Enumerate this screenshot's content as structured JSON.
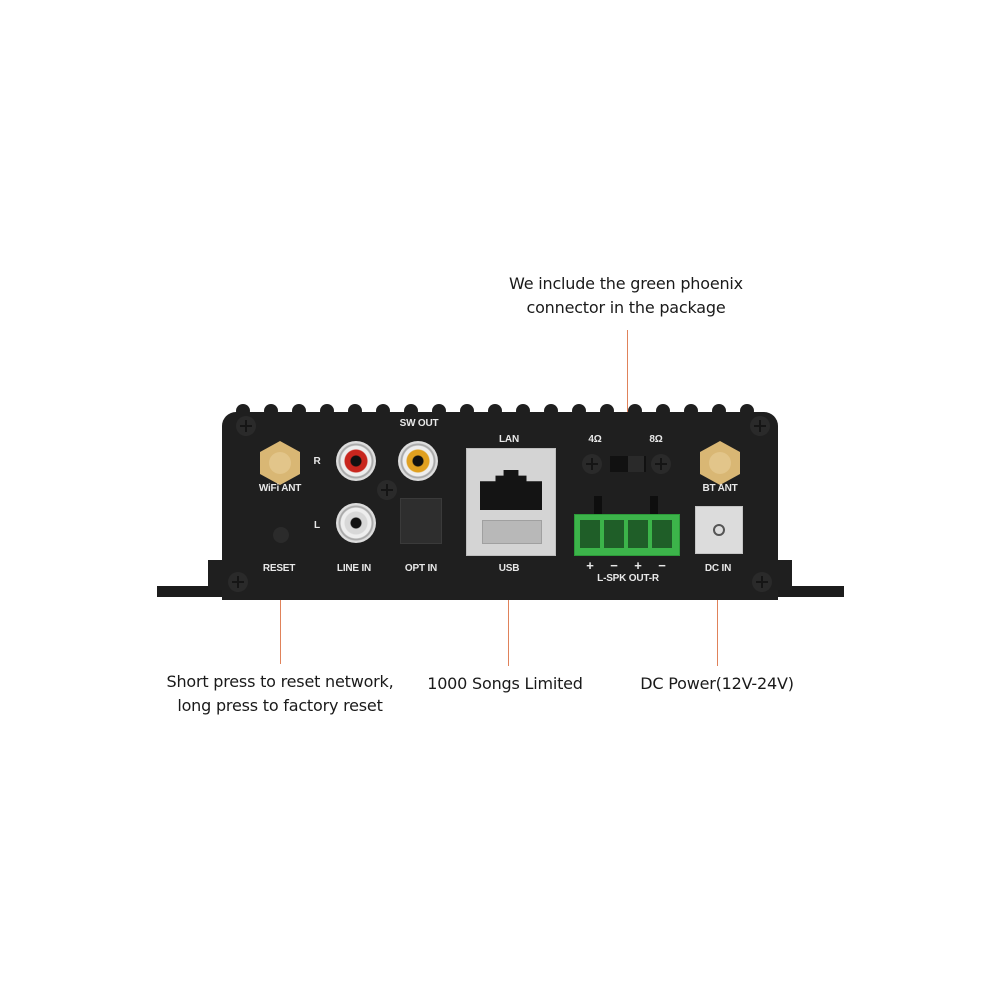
{
  "callouts": {
    "phoenix": {
      "line1": "We include the green phoenix",
      "line2": "connector in the package"
    },
    "reset": {
      "line1": "Short press to reset network,",
      "line2": "long press to factory reset"
    },
    "usb": {
      "line1": "1000 Songs Limited"
    },
    "dc": {
      "line1": "DC Power(12V-24V)"
    }
  },
  "panel_labels": {
    "wifi_ant": "WiFi ANT",
    "r": "R",
    "l": "L",
    "sw_out": "SW OUT",
    "lan": "LAN",
    "ohm4": "4Ω",
    "ohm8": "8Ω",
    "bt_ant": "BT ANT",
    "reset": "RESET",
    "line_in": "LINE IN",
    "opt_in": "OPT IN",
    "usb": "USB",
    "spk_polarity": [
      "+",
      "−",
      "+",
      "−"
    ],
    "spk_out": "L-SPK OUT-R",
    "dc_in": "DC IN"
  },
  "colors": {
    "leader": "#e0825a",
    "panel": "#1f1f1f",
    "phoenix_green": "#3cb44a",
    "rca_red": "#c8261e",
    "rca_yellow": "#e0a020",
    "rca_white": "#d8d8d8"
  }
}
